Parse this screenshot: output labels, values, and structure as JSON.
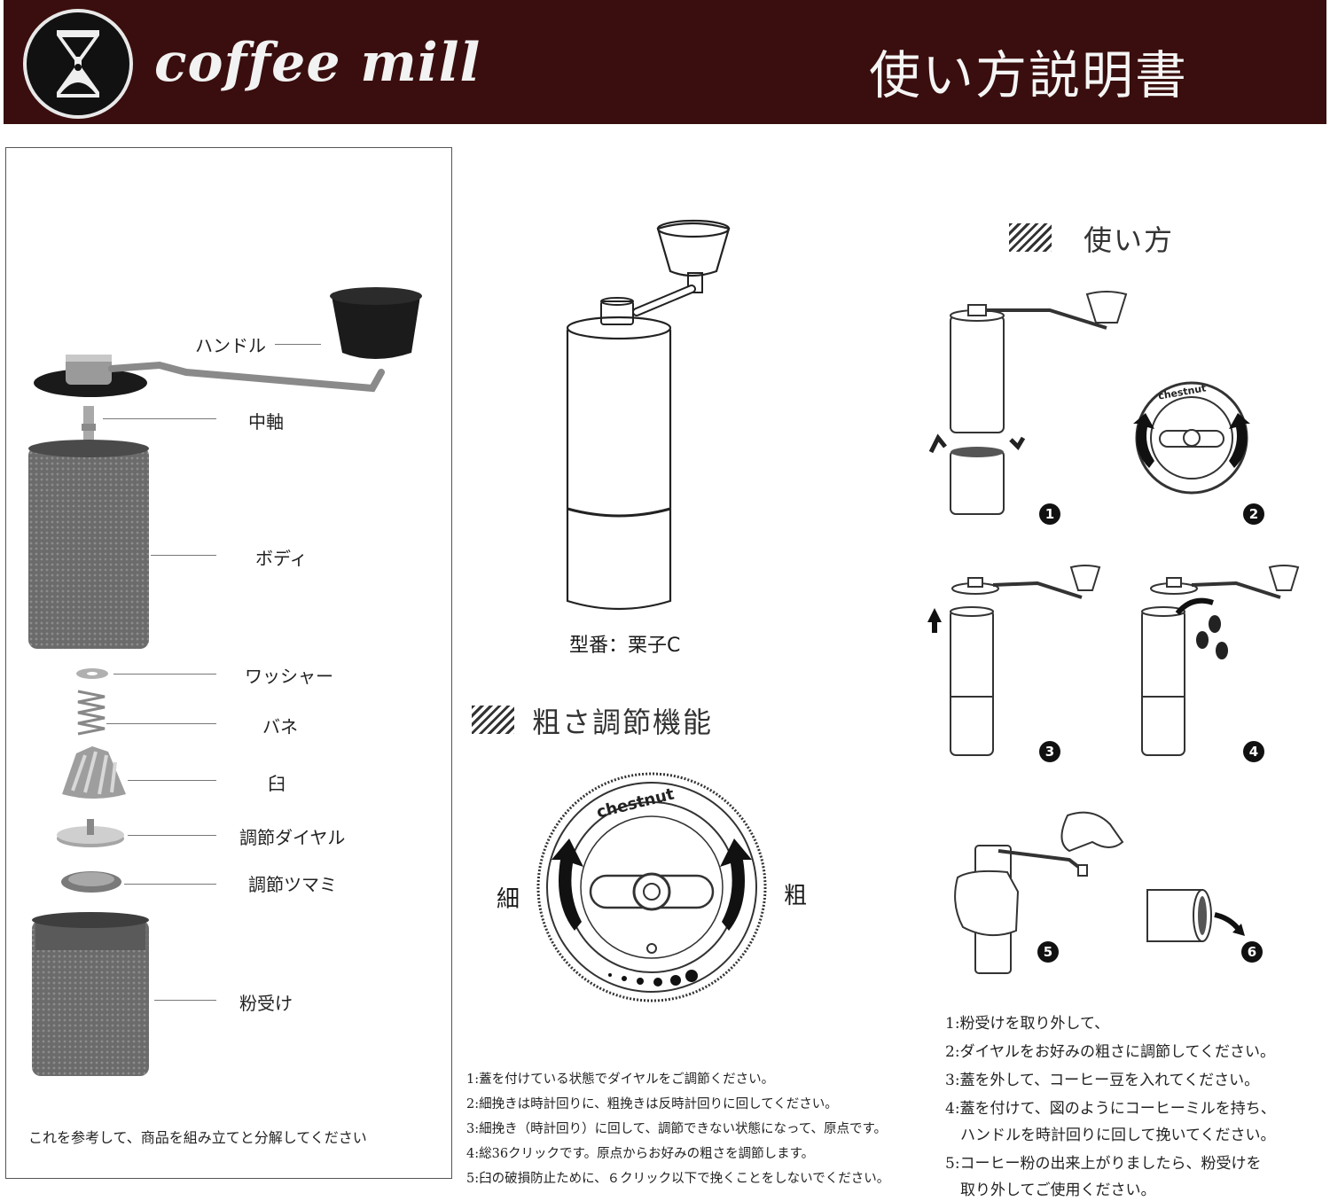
{
  "header": {
    "logo_text": "coffee mill",
    "title": "使い方説明書"
  },
  "parts": {
    "items": [
      {
        "label": "ハンドル"
      },
      {
        "label": "中軸"
      },
      {
        "label": "ボディ"
      },
      {
        "label": "ワッシャー"
      },
      {
        "label": "バネ"
      },
      {
        "label": "臼"
      },
      {
        "label": "調節ダイヤル"
      },
      {
        "label": "調節ツマミ"
      },
      {
        "label": "粉受け"
      }
    ],
    "note": "これを参考して、商品を組み立てと分解してください"
  },
  "model": {
    "label": "型番：栗子C"
  },
  "adjust": {
    "title": "粗さ調節機能",
    "brand": "chestnut",
    "fine_label": "細",
    "coarse_label": "粗",
    "notes": [
      "1:蓋を付けている状態でダイヤルをご調節ください。",
      "2:細挽きは時計回りに、粗挽きは反時計回りに回してください。",
      "3:細挽き（時計回り）に回して、調節できない状態になって、原点です。",
      "4:総36クリックです。原点からお好みの粗さを調節します。",
      "5:臼の破損防止ために、６クリック以下で挽くことをしないでください。"
    ]
  },
  "usage": {
    "title": "使い方",
    "brand": "chestnut",
    "steps": [
      "1",
      "2",
      "3",
      "4",
      "5",
      "6"
    ],
    "instructions": [
      "1:粉受けを取り外して、",
      "2:ダイヤルをお好みの粗さに調節してください。",
      "3:蓋を外して、コーヒー豆を入れてください。",
      "4:蓋を付けて、図のようにコーヒーミルを持ち、",
      "　ハンドルを時計回りに回して挽いてください。",
      "5:コーヒー粉の出来上がりましたら、粉受けを",
      "　取り外してご使用ください。"
    ]
  },
  "colors": {
    "header_bg": "#3a0e0e",
    "grinder_metal": "#6b6b6b"
  }
}
